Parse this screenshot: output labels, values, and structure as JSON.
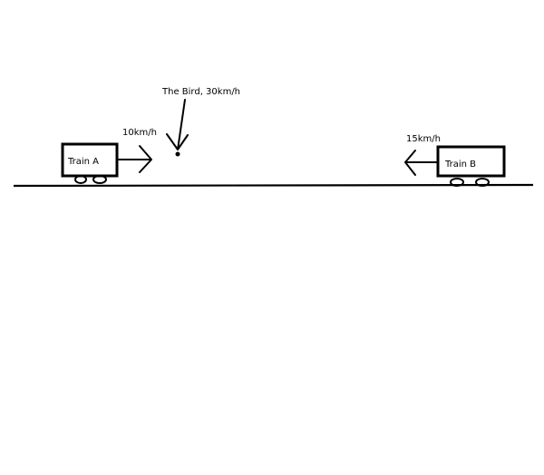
{
  "diagram": {
    "train_a": {
      "label": "Train A",
      "speed": "10km/h"
    },
    "train_b": {
      "label": "Train B",
      "speed": "15km/h"
    },
    "bird": {
      "label": "The Bird, 30km/h"
    },
    "colors": {
      "ink": "#000000",
      "background": "#ffffff"
    }
  }
}
